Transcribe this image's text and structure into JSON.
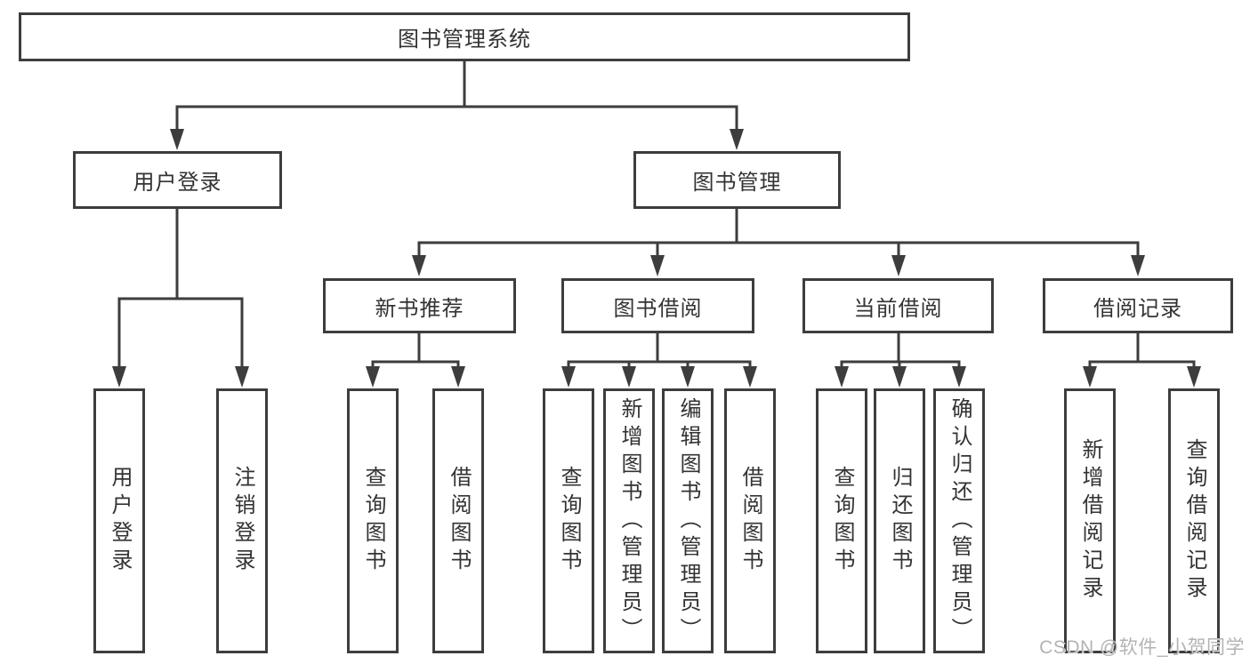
{
  "diagram": {
    "type": "hierarchy-tree",
    "colors": {
      "line": "#3d3d3d",
      "box_border": "#3d3d3d",
      "text": "#333333",
      "background": "#ffffff",
      "watermark": "#b3b3b3"
    },
    "nodes": {
      "root": {
        "label": "图书管理系统"
      },
      "user_login": {
        "label": "用户登录"
      },
      "book_mgmt": {
        "label": "图书管理"
      },
      "login": {
        "label": "用户登录"
      },
      "logout": {
        "label": "注销登录"
      },
      "new_book_rec": {
        "label": "新书推荐"
      },
      "book_borrow": {
        "label": "图书借阅"
      },
      "current_borrow": {
        "label": "当前借阅"
      },
      "borrow_record": {
        "label": "借阅记录"
      },
      "nbr_query": {
        "label": "查询图书"
      },
      "nbr_borrow": {
        "label": "借阅图书"
      },
      "bb_query": {
        "label": "查询图书"
      },
      "bb_add": {
        "label": "新增图书（管理员）"
      },
      "bb_edit": {
        "label": "编辑图书（管理员）"
      },
      "bb_borrow": {
        "label": "借阅图书"
      },
      "cb_query": {
        "label": "查询图书"
      },
      "cb_return": {
        "label": "归还图书"
      },
      "cb_confirm": {
        "label": "确认归还（管理员）"
      },
      "br_add": {
        "label": "新增借阅记录"
      },
      "br_query": {
        "label": "查询借阅记录"
      }
    },
    "hierarchy": {
      "root": [
        "user_login",
        "book_mgmt"
      ],
      "user_login": [
        "login",
        "logout"
      ],
      "book_mgmt": [
        "new_book_rec",
        "book_borrow",
        "current_borrow",
        "borrow_record"
      ],
      "new_book_rec": [
        "nbr_query",
        "nbr_borrow"
      ],
      "book_borrow": [
        "bb_query",
        "bb_add",
        "bb_edit",
        "bb_borrow"
      ],
      "current_borrow": [
        "cb_query",
        "cb_return",
        "cb_confirm"
      ],
      "borrow_record": [
        "br_add",
        "br_query"
      ]
    }
  },
  "watermark": {
    "text": "CSDN @软件_小贺同学"
  }
}
